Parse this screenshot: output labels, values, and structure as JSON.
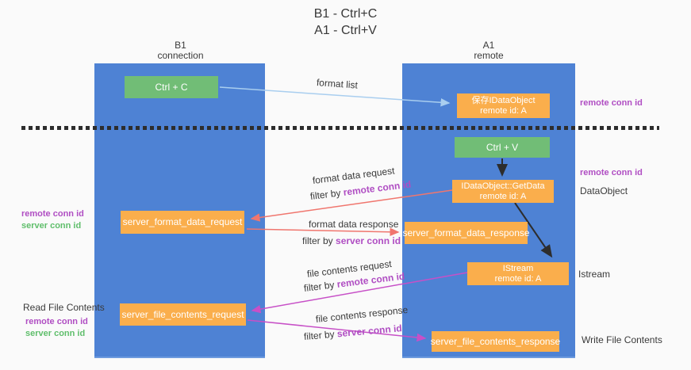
{
  "title": {
    "line1": "B1 - Ctrl+C",
    "line2": "A1 - Ctrl+V"
  },
  "columns": {
    "left": {
      "name": "B1",
      "role": "connection"
    },
    "right": {
      "name": "A1",
      "role": "remote"
    }
  },
  "boxes": {
    "ctrl_c": "Ctrl + C",
    "ctrl_v": "Ctrl + V",
    "save_idataobject": {
      "line1": "保存IDataObject",
      "line2": "remote id: A"
    },
    "getdata": {
      "line1": "IDataObject::GetData",
      "line2": "remote id: A"
    },
    "istream": {
      "line1": "IStream",
      "line2": "remote id: A"
    },
    "format_request": "server_format_data_request",
    "format_response": "server_format_data_response",
    "file_request": "server_file_contents_request",
    "file_response": "server_file_contents_response"
  },
  "edge_labels": {
    "format_list": "format list",
    "format_data_request": "format data request",
    "format_data_response": "format data response",
    "file_contents_request": "file contents request",
    "file_contents_response": "file contents response",
    "filter_by": "filter by",
    "remote_conn_id": "remote conn id",
    "server_conn_id": "server conn id"
  },
  "side_labels": {
    "remote_conn_id": "remote conn id",
    "server_conn_id": "server conn id",
    "read_file_contents": "Read File Contents",
    "write_file_contents": "Write File Contents",
    "dataobject": "DataObject",
    "istream": "Istream"
  },
  "colors": {
    "lifeline_blue": "#4e82d4",
    "box_green": "#71bd76",
    "box_orange": "#faae4c",
    "label_purple": "#b04ec3",
    "label_green": "#5fbe6b",
    "arrow_light_blue": "#a9ceef",
    "arrow_salmon": "#f0766e",
    "arrow_magenta": "#c750c7",
    "arrow_black": "#2d2d2d",
    "background": "#fafafa"
  }
}
